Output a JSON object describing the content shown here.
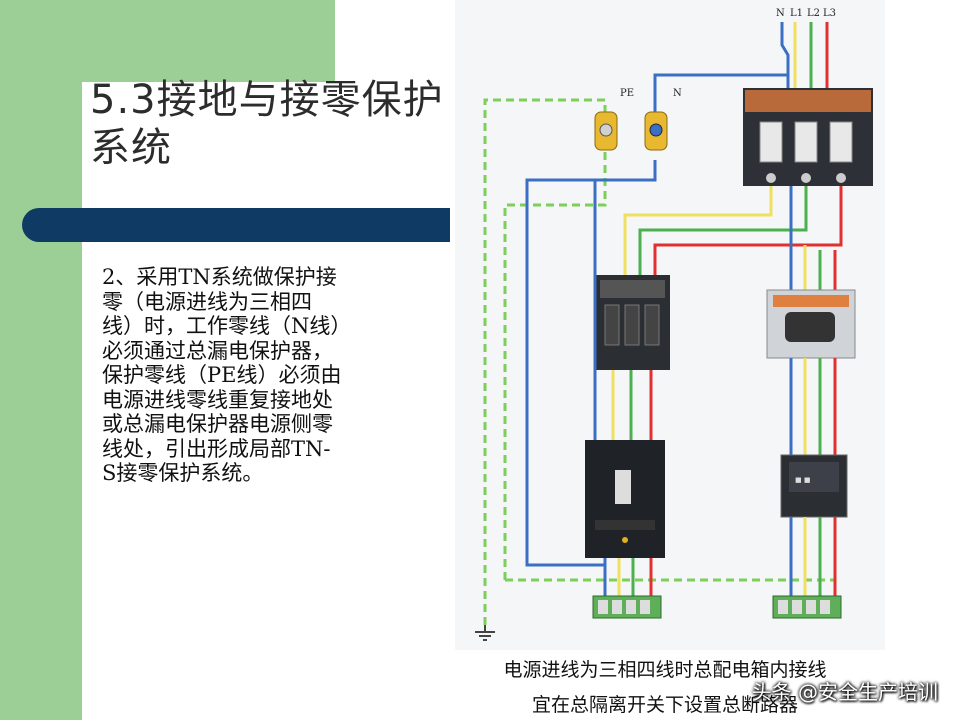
{
  "slide": {
    "title": "5.3接地与接零保护系统",
    "body": "2、采用TN系统做保护接零（电源进线为三相四线）时，工作零线（N线）必须通过总漏电保护器，保护零线（PE线）必须由电源进线零线重复接地处或总漏电保护器电源侧零线处，引出形成局部TN-S接零保护系统。"
  },
  "diagram": {
    "labels": {
      "n_top": "N",
      "l1": "L1",
      "l2": "L2",
      "l3": "L3",
      "pe": "PE",
      "n_terminal": "N"
    },
    "caption_line1": "电源进线为三相四线时总配电箱内接线",
    "caption_line2": "宜在总隔离开关下设置总断路器"
  },
  "watermark": "头条 @安全生产培训",
  "colors": {
    "green_band": "#9ccf96",
    "title_bar": "#0e3a64",
    "wire_blue": "#3b6fc4",
    "wire_yellow": "#f0e060",
    "wire_green": "#4caf50",
    "wire_red": "#e03030",
    "wire_pe": "#7ccf5a"
  }
}
